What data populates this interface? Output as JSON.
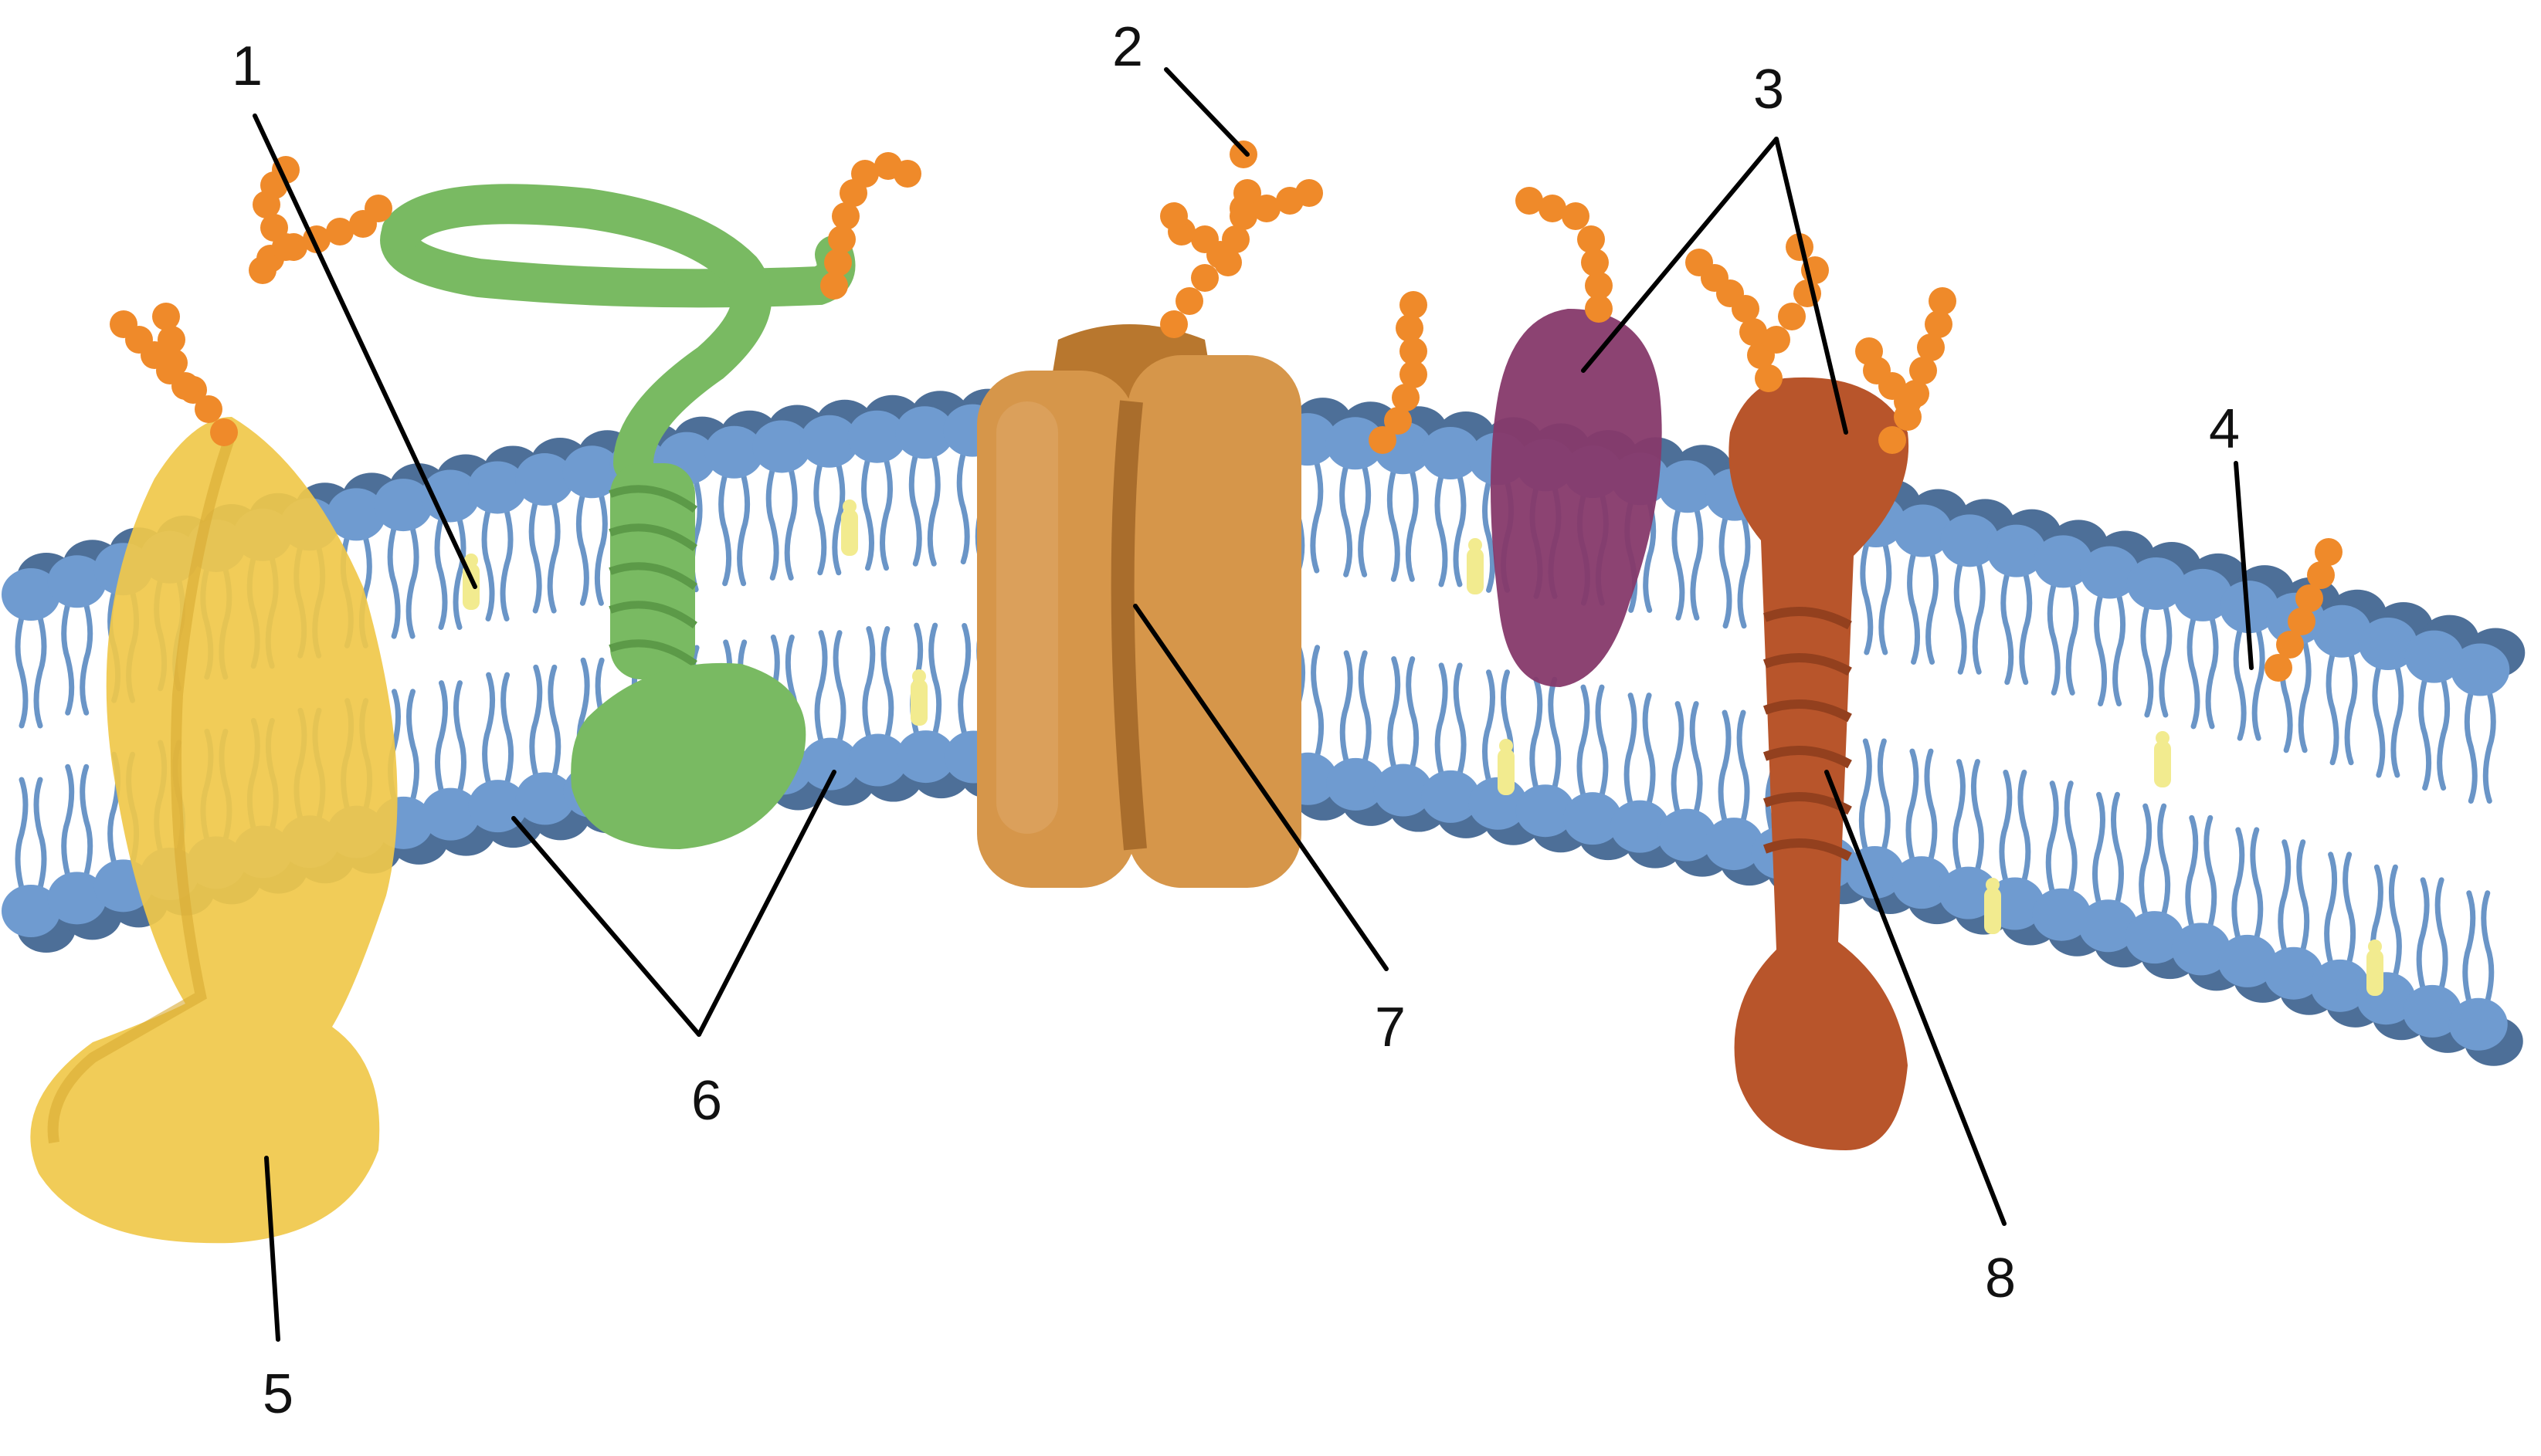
{
  "labels": {
    "l1": "1",
    "l2": "2",
    "l3": "3",
    "l4": "4",
    "l5": "5",
    "l6": "6",
    "l7": "7",
    "l8": "8"
  },
  "colors": {
    "head_light": "#6f9bd0",
    "head_dark": "#4d6f98",
    "tail": "#6a95c7",
    "cholesterol": "#f2eb8f",
    "glyco": "#ef8a2a",
    "yellow_protein": "#f0c84a",
    "green_protein": "#79ba62",
    "orange_channel": "#d6964a",
    "purple_protein": "#86396a",
    "rust_protein": "#b8552b"
  }
}
